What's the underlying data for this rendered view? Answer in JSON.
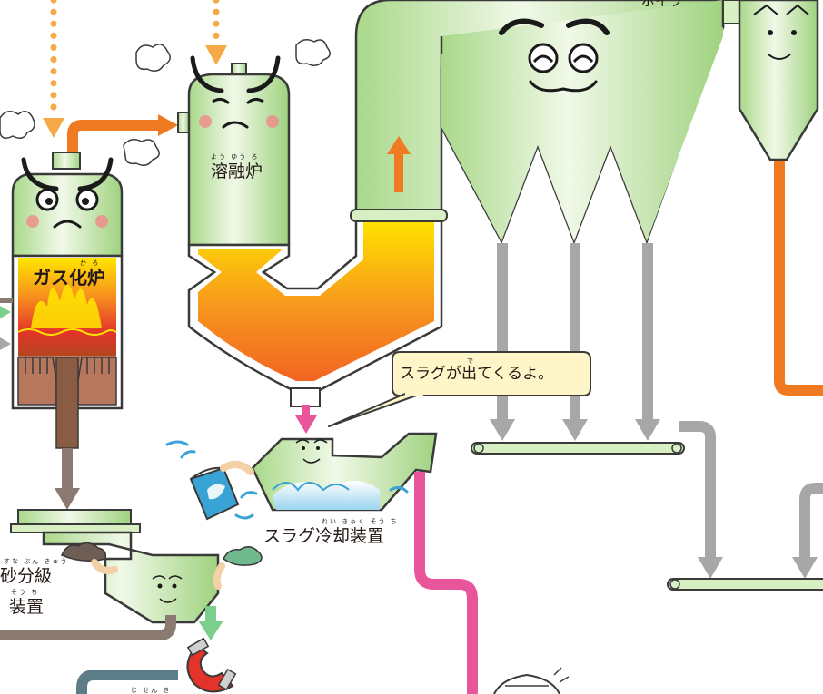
{
  "labels": {
    "gasification_furnace": "ガス化炉",
    "gasification_furnace_ruby": "か  ろ",
    "melting_furnace": "溶融炉",
    "melting_furnace_ruby": "よう ゆう  ろ",
    "slag_speech": "スラグが出てくるよ。",
    "slag_speech_ruby": "で",
    "slag_cooler": "スラグ冷却装置",
    "slag_cooler_ruby": "れい きゃく そう  ち",
    "sand_classifier_line1": "砂分級",
    "sand_classifier_line1_ruby": "すな ぶん きゅう",
    "sand_classifier_line2": "装置",
    "sand_classifier_line2_ruby": "そう  ち",
    "boiler_partial": "ボイラ",
    "bottom_ruby": "じ  せん  き"
  },
  "colors": {
    "equipment_green": "#a9d88a",
    "equipment_light": "#e9f6dc",
    "outline": "#3a3a3a",
    "orange_flow": "#f07a22",
    "gray_flow": "#a7a7a7",
    "pink_flow": "#e8559b",
    "dotted_feed": "#f5a947",
    "green_down": "#7ccf8a",
    "brown_flow": "#8a7a72",
    "teal_flow": "#5c7d87",
    "fire_red": "#e4332a",
    "fire_yellow": "#ffd400",
    "speech_fill": "#fef6c8"
  }
}
